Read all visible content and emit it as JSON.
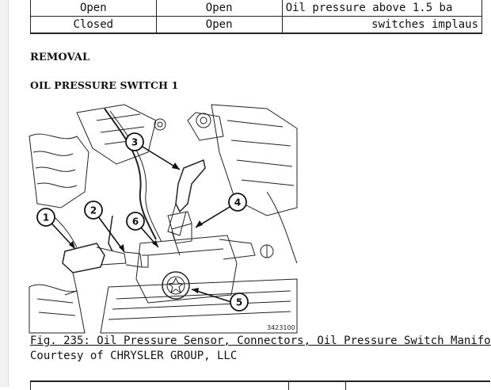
{
  "status_table": {
    "rows": [
      [
        "Open",
        "Open",
        "Oil pressure above 1.5 ba"
      ],
      [
        "Closed",
        "Open",
        "switches implaus"
      ]
    ]
  },
  "headings": {
    "removal": "REMOVAL",
    "section": "OIL PRESSURE SWITCH 1"
  },
  "figure": {
    "callouts": [
      "1",
      "2",
      "3",
      "4",
      "5",
      "6"
    ],
    "image_number": "3423100"
  },
  "caption": "Fig. 235: Oil Pressure Sensor, Connectors, Oil Pressure Switch Manifo",
  "courtesy": "Courtesy of CHRYSLER GROUP, LLC"
}
